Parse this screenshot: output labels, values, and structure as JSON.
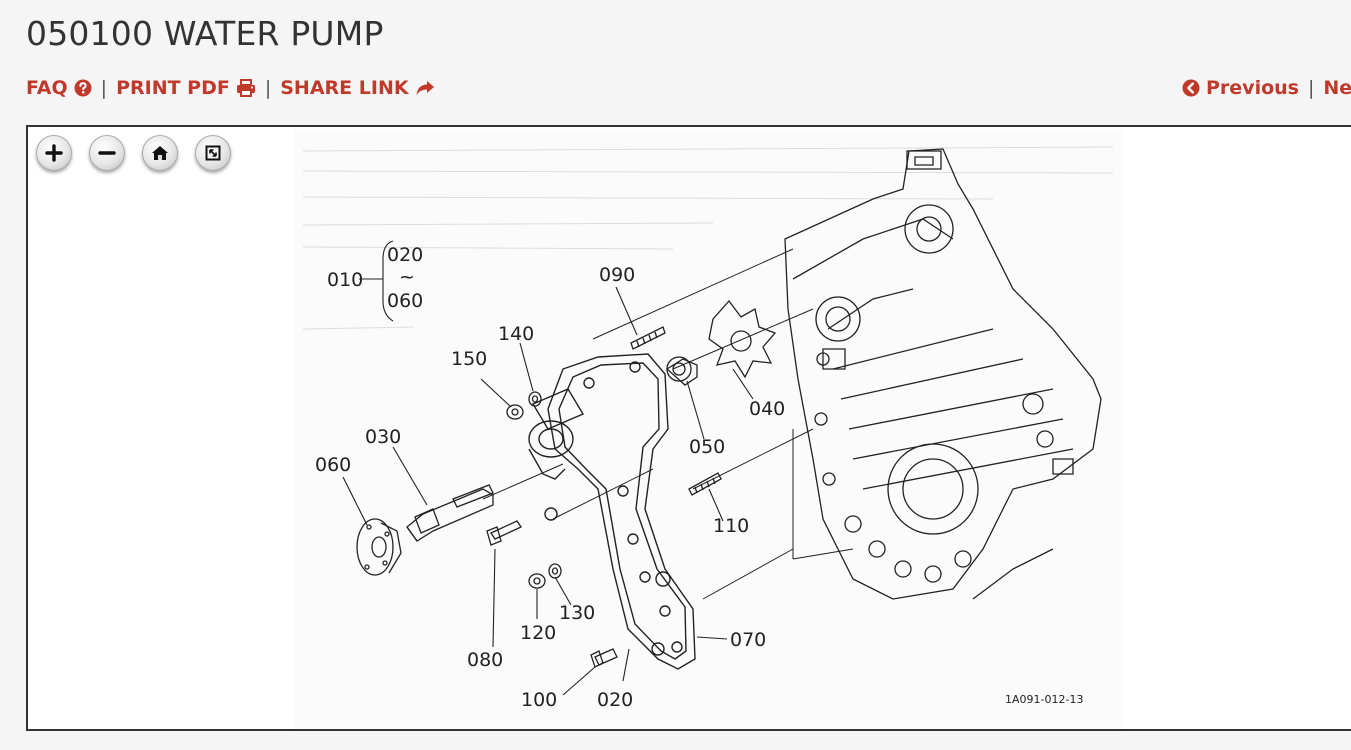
{
  "page": {
    "title": "050100 WATER PUMP"
  },
  "actions": {
    "faq": "FAQ",
    "print_pdf": "PRINT PDF",
    "share_link": "SHARE LINK"
  },
  "navigation": {
    "previous": "Previous",
    "next": "Nex"
  },
  "viewer": {
    "controls": [
      "zoom-in",
      "zoom-out",
      "home",
      "full-screen"
    ],
    "diagram_code": "1A091-012-13",
    "part_labels": {
      "p010": "010",
      "p020_range_start": "020",
      "range_sep": "~",
      "p060_range_end": "060",
      "p090": "090",
      "p140": "140",
      "p150": "150",
      "p030": "030",
      "p060": "060",
      "p050": "050",
      "p040": "040",
      "p110": "110",
      "p130": "130",
      "p120": "120",
      "p080": "080",
      "p070": "070",
      "p100": "100",
      "p020": "020"
    }
  },
  "colors": {
    "accent": "#c0392b",
    "text": "#333333",
    "background": "#f5f5f5"
  }
}
